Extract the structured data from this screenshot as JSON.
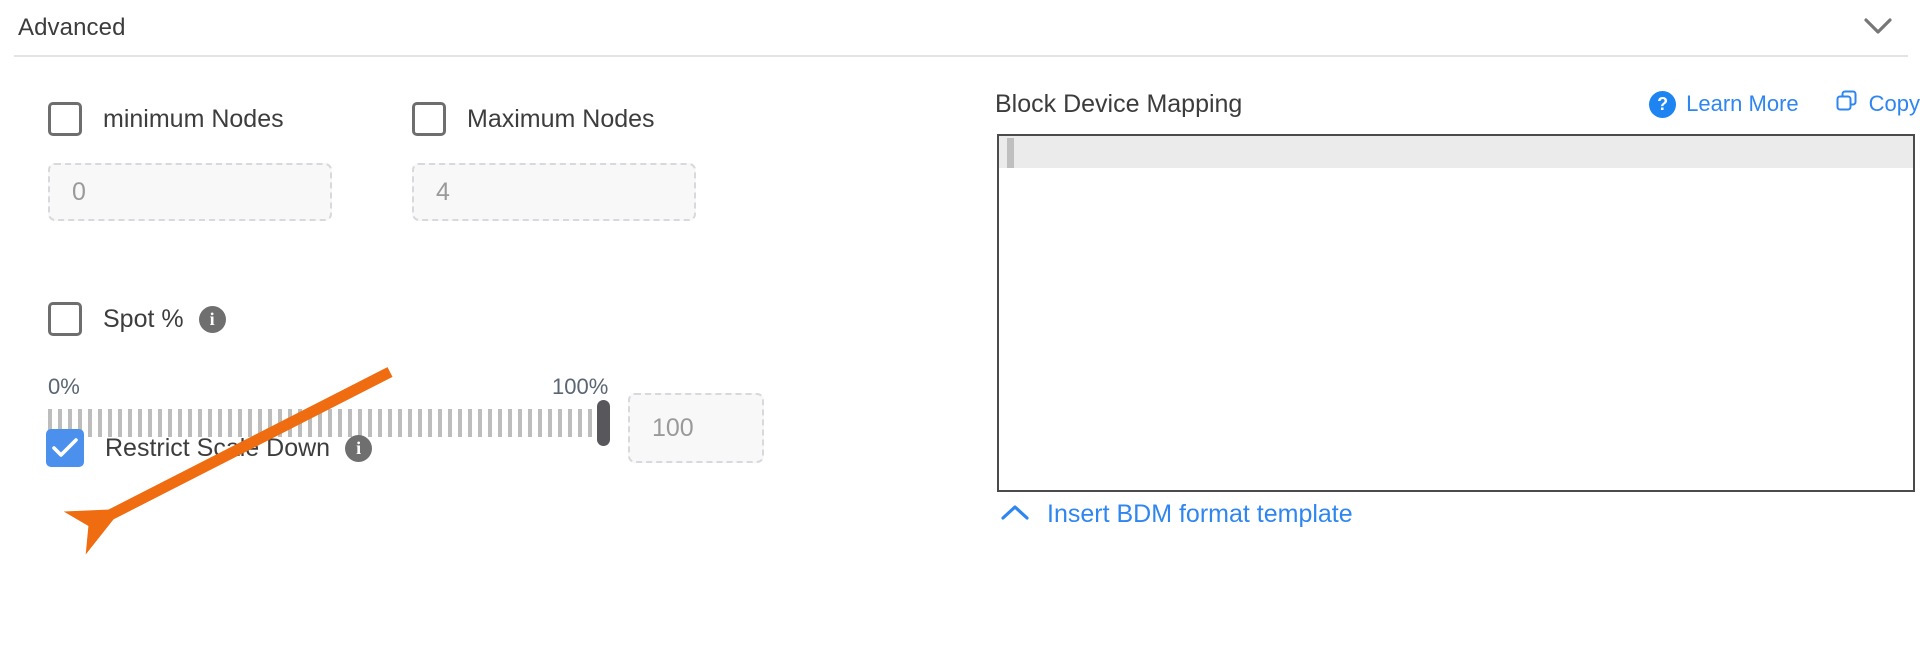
{
  "header": {
    "title": "Advanced",
    "collapse_icon": "chevron-down-icon"
  },
  "left": {
    "min_nodes": {
      "label": "minimum Nodes",
      "checked": false,
      "input_value": "0"
    },
    "max_nodes": {
      "label": "Maximum Nodes",
      "checked": false,
      "input_value": "4"
    },
    "spot": {
      "label": "Spot %",
      "checked": false,
      "info_icon": "info-icon",
      "slider_min_label": "0%",
      "slider_max_label": "100%",
      "slider_value": "100",
      "value_input": "100"
    },
    "restrict_scale_down": {
      "label": "Restrict Scale Down",
      "checked": true,
      "info_icon": "info-icon"
    }
  },
  "right": {
    "title": "Block Device Mapping",
    "learn_more": "Learn More",
    "learn_more_icon": "question-circle-icon",
    "copy": "Copy",
    "copy_icon": "copy-icon",
    "editor_content": "",
    "insert_template": "Insert BDM format template",
    "insert_icon": "chevron-up-icon"
  },
  "colors": {
    "accent_blue": "#2f86f0",
    "checkbox_checked": "#4a90ec",
    "annotation_orange": "#ef6c10",
    "text_dark": "#3c3c3c",
    "muted": "#9a9a9a"
  },
  "annotation": {
    "type": "arrow",
    "points_to": "restrict-scale-down-checkbox",
    "color": "#ef6c10"
  }
}
